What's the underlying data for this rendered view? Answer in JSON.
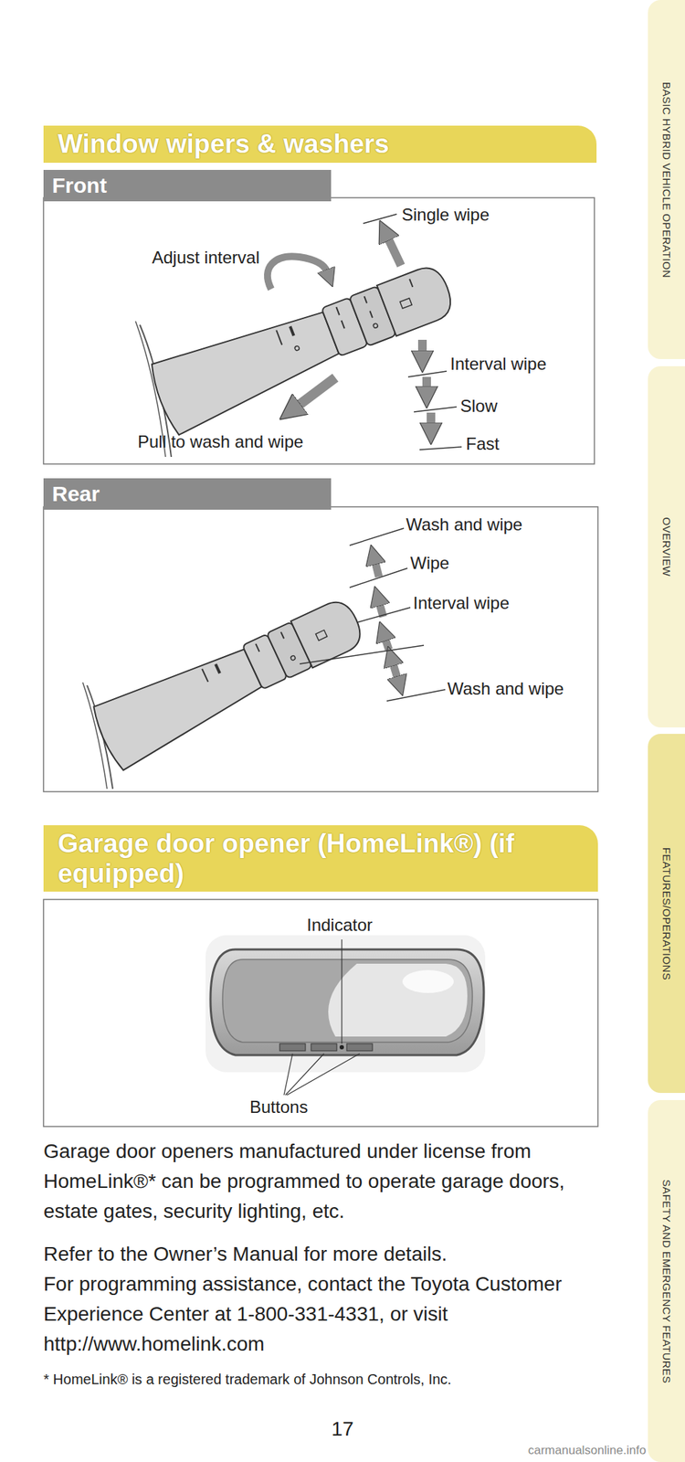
{
  "diagram": {
    "nodes": [
      {
        "text": [
          "Window wipers & washers"
        ]
      },
      {
        "text": [
          "Front"
        ]
      },
      {
        "text": [
          "Rear"
        ]
      },
      {
        "text": [
          "Garage door opener (HomeLink®) (if equipped)"
        ]
      },
      {
        "text": [
          "BASIC HYBRID VEHICLE OPERATION"
        ]
      },
      {
        "text": [
          "OVERVIEW"
        ]
      },
      {
        "text": [
          "FEATURES/OPERATIONS"
        ]
      },
      {
        "text": [
          "SAFETY AND EMERGENCY FEATURES"
        ]
      }
    ],
    "labels": [
      "Single wipe",
      "Adjust interval",
      "Interval wipe",
      "Slow",
      "Fast",
      "Pull to wash and wipe",
      "Wash and wipe",
      "Wipe",
      "Interval wipe",
      "Wash and wipe",
      "Indicator",
      "Buttons",
      "Garage door openers manufactured under license from HomeLink®* can be programmed to operate garage doors, estate gates, security lighting, etc.",
      "Refer to the Owner’s Manual for more details.",
      "For programming assistance, contact the Toyota Customer Experience Center at 1-800-331-4331, or visit http://www.homelink.com",
      "* HomeLink® is a registered trademark of Johnson Controls, Inc.",
      "17",
      "carmanualsonline.info"
    ]
  }
}
